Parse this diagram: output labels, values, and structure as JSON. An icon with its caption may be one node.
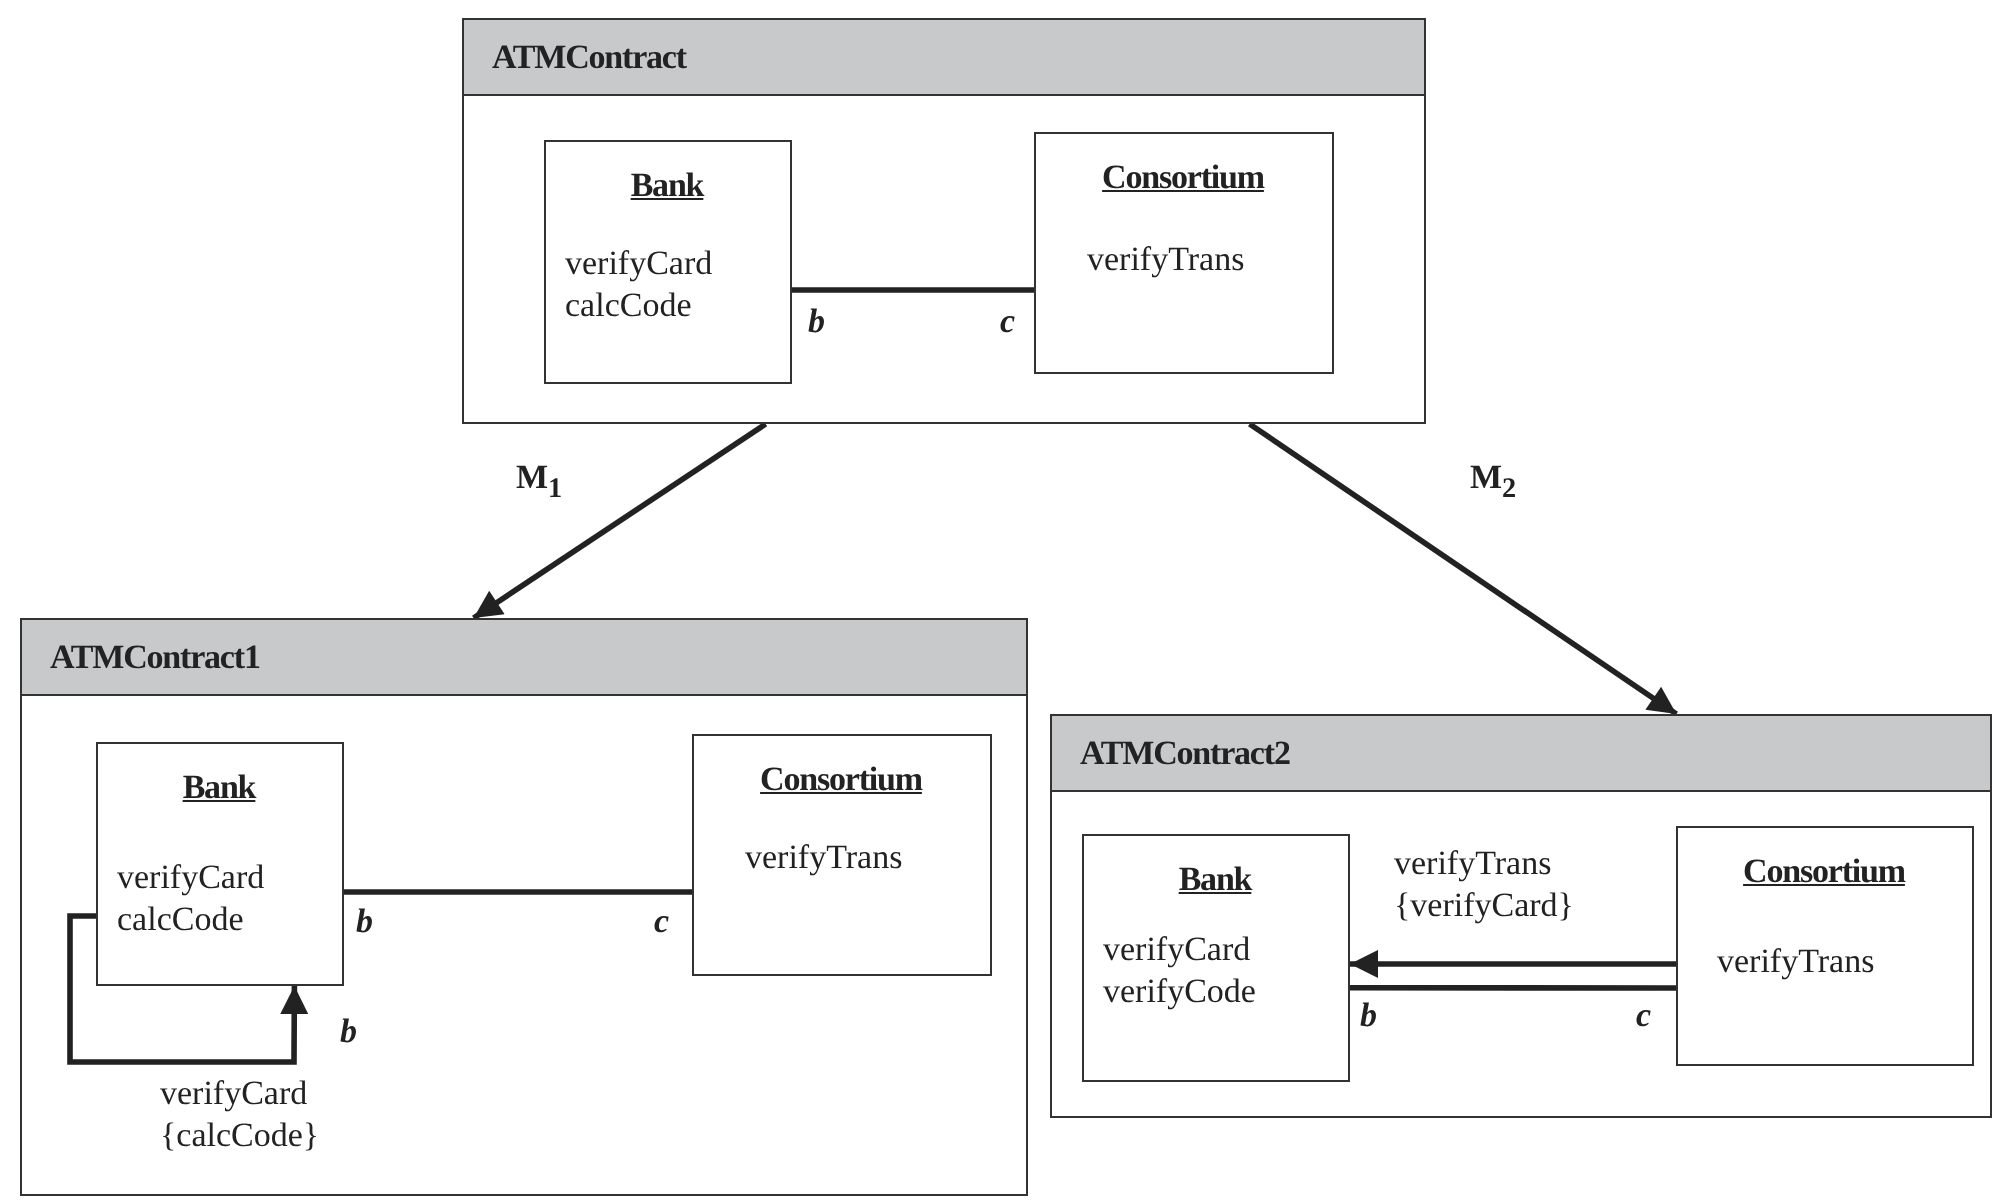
{
  "diagram": {
    "nodes": [
      {
        "text": [
          "ATMContract"
        ]
      },
      {
        "text": [
          "Bank",
          "verifyCard calcCode"
        ],
        "in": 0
      },
      {
        "text": [
          "Consortium",
          "verifyTrans"
        ],
        "in": 0
      },
      {
        "text": [
          "ATMContract1"
        ]
      },
      {
        "text": [
          "Bank",
          "verifyCard calcCode"
        ],
        "in": 3
      },
      {
        "text": [
          "Consortium",
          "verifyTrans"
        ],
        "in": 3
      },
      {
        "text": [
          "ATMContract2"
        ]
      },
      {
        "text": [
          "Bank",
          "verifyCard verifyCode"
        ],
        "in": 6
      },
      {
        "text": [
          "Consortium",
          "verifyTrans"
        ],
        "in": 6
      }
    ],
    "edges": [
      {
        "from": 1,
        "to": 2,
        "arrow": "none"
      },
      {
        "from": 0,
        "to": 3,
        "arrow": "to",
        "label": "M$_{1}$"
      },
      {
        "from": 0,
        "to": 6,
        "arrow": "to",
        "label": "M$_{2}$"
      },
      {
        "from": 4,
        "to": 5,
        "arrow": "none"
      },
      {
        "from": 4,
        "to": 4,
        "arrow": "to",
        "label": "verifyCard {calcCode}"
      },
      {
        "from": 7,
        "to": 8,
        "arrow": "none"
      },
      {
        "from": 8,
        "to": 7,
        "arrow": "to",
        "label": "verifyTrans {verifyCard}"
      }
    ],
    "labels": [
      "b",
      "c",
      "b",
      "c",
      "b",
      "b",
      "c"
    ]
  }
}
